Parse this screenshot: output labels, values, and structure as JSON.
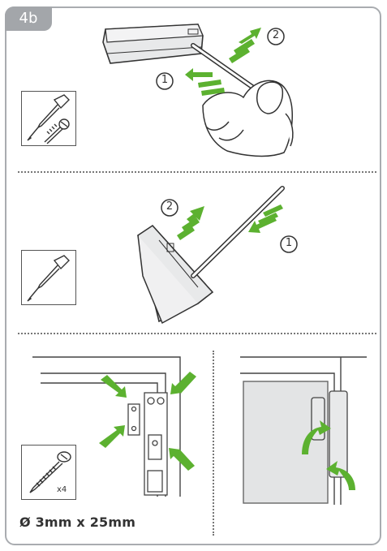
{
  "step": {
    "label": "4b"
  },
  "panel_top": {
    "callout_1": "1",
    "callout_2": "2"
  },
  "panel_middle": {
    "callout_1": "1",
    "callout_2": "2"
  },
  "panel_bottom": {
    "screw_quantity": "x4",
    "screw_dimensions": "Ø 3mm x 25mm"
  },
  "colors": {
    "arrow": "#5cb130",
    "frame": "#a9acb0",
    "line": "#555555",
    "device_fill": "#e8e9ea",
    "glass": "#e3e4e5"
  }
}
